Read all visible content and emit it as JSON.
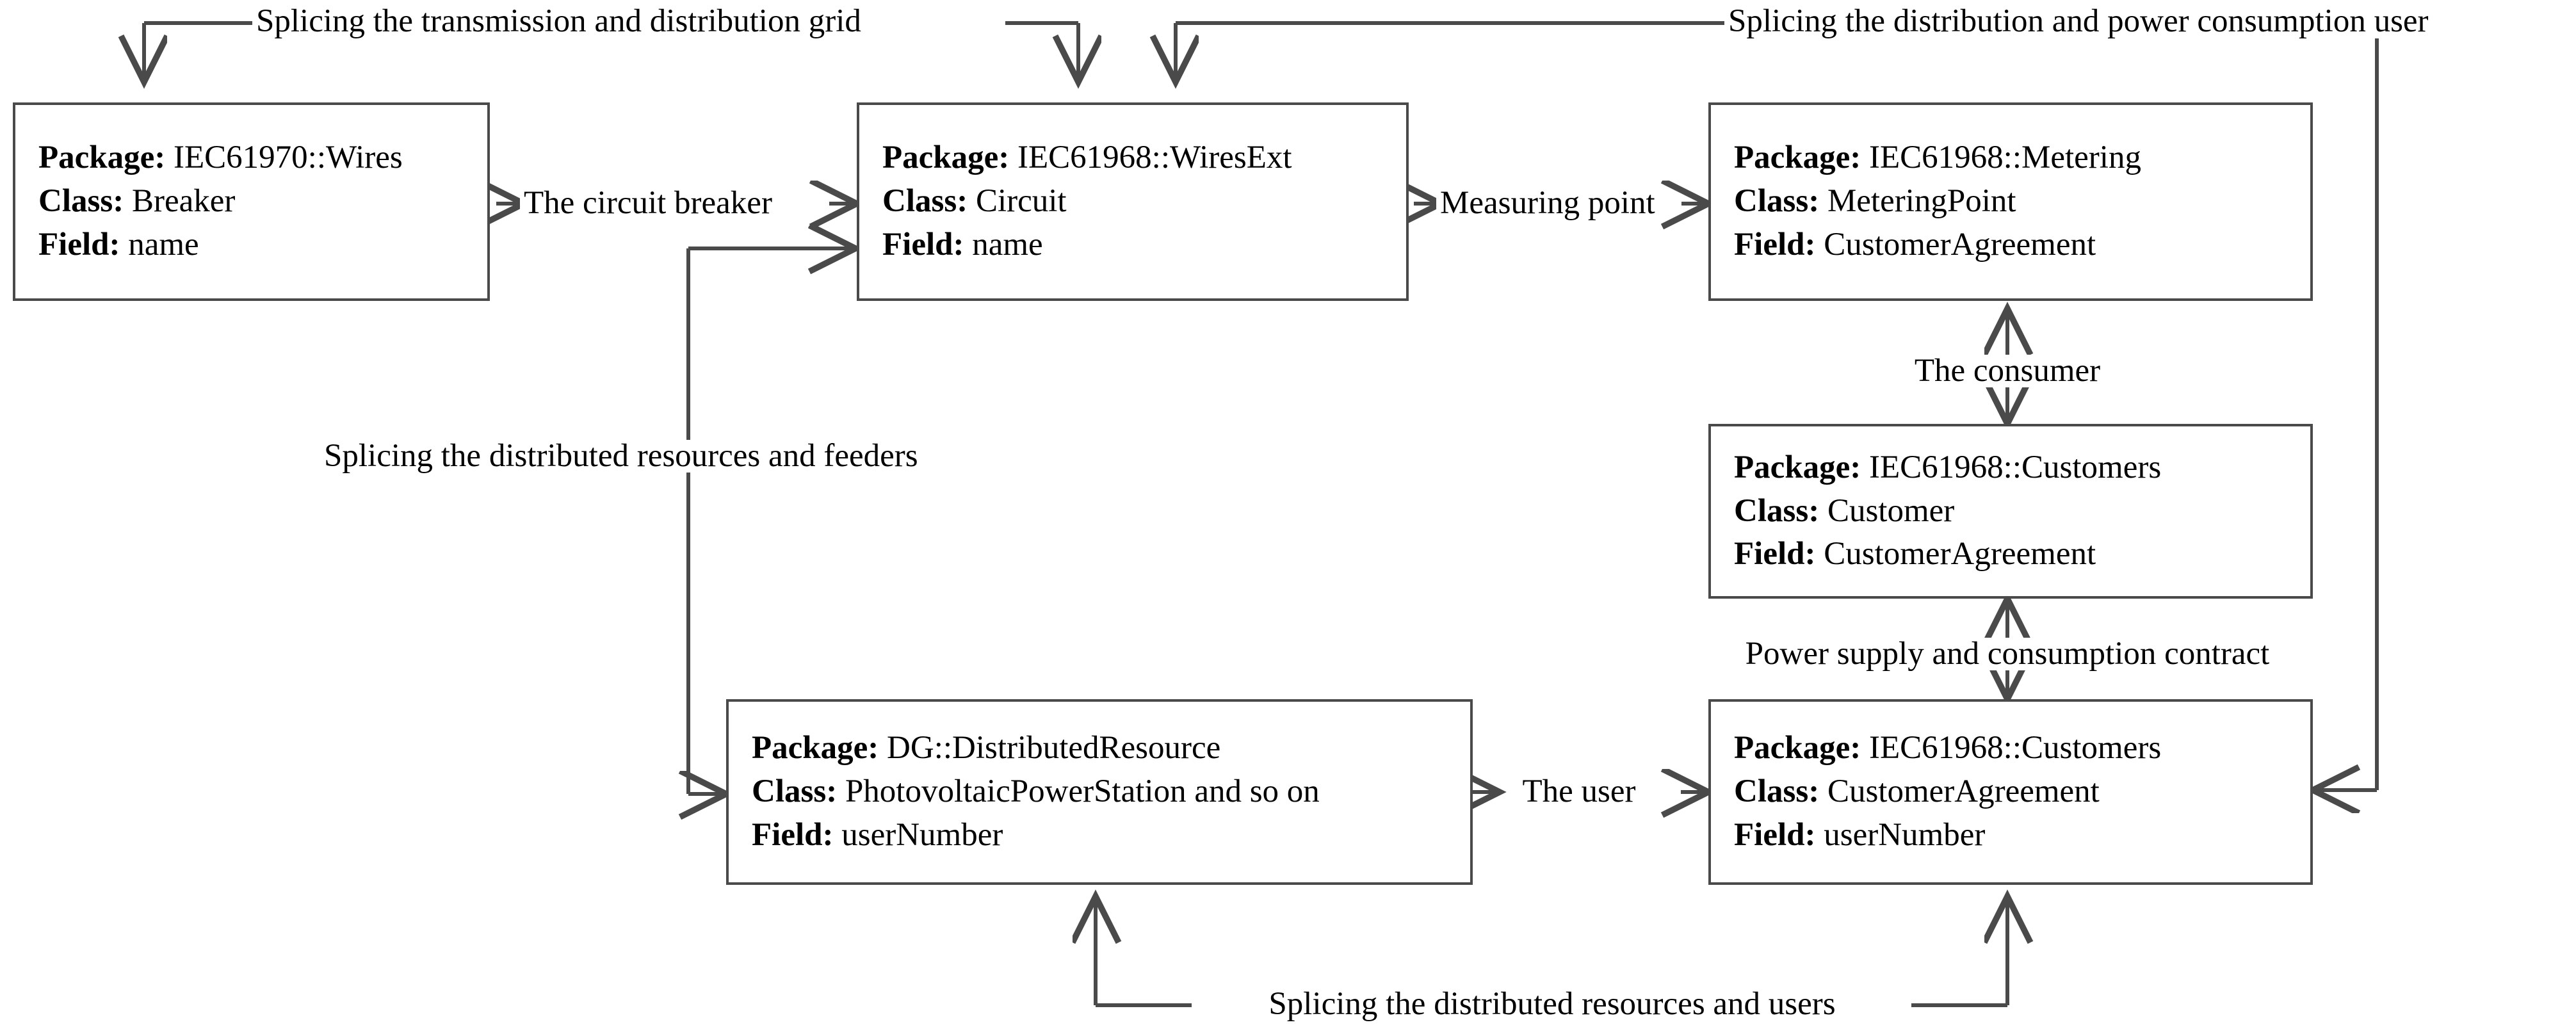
{
  "diagram": {
    "title": "CIM package/class/field splicing relationships",
    "line_color": "#4a4a4a",
    "text_color": "#000000",
    "background": "#ffffff"
  },
  "boxes": [
    {
      "id": "breaker",
      "package_key": "Package:",
      "package_value": "IEC61970::Wires",
      "class_key": "Class:",
      "class_value": "Breaker",
      "field_key": "Field:",
      "field_value": "name"
    },
    {
      "id": "circuit",
      "package_key": "Package:",
      "package_value": "IEC61968::WiresExt",
      "class_key": "Class:",
      "class_value": "Circuit",
      "field_key": "Field:",
      "field_value": "name"
    },
    {
      "id": "metering",
      "package_key": "Package:",
      "package_value": "IEC61968::Metering",
      "class_key": "Class:",
      "class_value": "MeteringPoint",
      "field_key": "Field:",
      "field_value": "CustomerAgreement"
    },
    {
      "id": "customer",
      "package_key": "Package:",
      "package_value": "IEC61968::Customers",
      "class_key": "Class:",
      "class_value": "Customer",
      "field_key": "Field:",
      "field_value": "CustomerAgreement"
    },
    {
      "id": "distributed-resource",
      "package_key": "Package:",
      "package_value": "DG::DistributedResource",
      "class_key": "Class:",
      "class_value": "PhotovoltaicPowerStation and so on",
      "field_key": "Field:",
      "field_value": "userNumber"
    },
    {
      "id": "customer-agreement",
      "package_key": "Package:",
      "package_value": "IEC61968::Customers",
      "class_key": "Class:",
      "class_value": "CustomerAgreement",
      "field_key": "Field:",
      "field_value": "userNumber"
    }
  ],
  "edge_labels": {
    "transmission_distribution": "Splicing the transmission and distribution grid",
    "distribution_consumption_user": "Splicing the distribution and power consumption user",
    "circuit_breaker": "The circuit breaker",
    "measuring_point": "Measuring point",
    "distributed_resources_feeders": "Splicing the distributed resources and feeders",
    "the_consumer": "The consumer",
    "power_supply_contract": "Power supply and consumption contract",
    "the_user": "The user",
    "distributed_resources_users": "Splicing the distributed resources and users"
  }
}
